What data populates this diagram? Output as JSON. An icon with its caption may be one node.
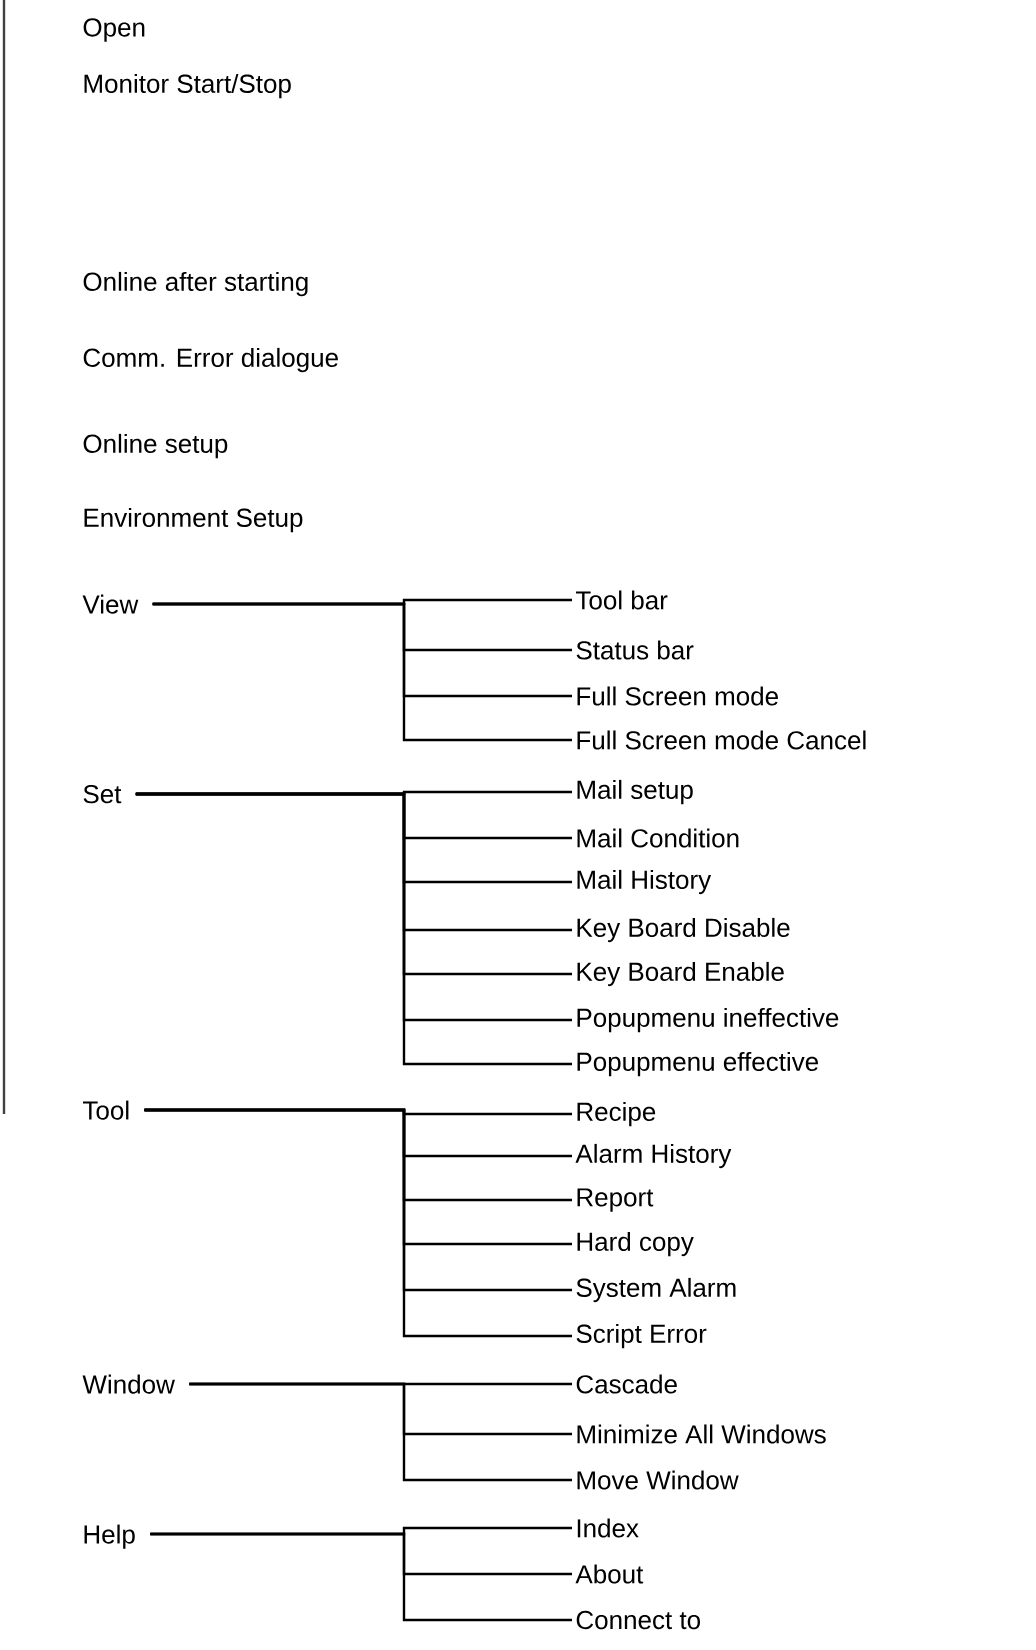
{
  "diagram": {
    "nodes": [
      {
        "text": [
          "View"
        ]
      },
      {
        "text": [
          "Tool bar"
        ]
      },
      {
        "text": [
          "Status bar"
        ]
      },
      {
        "text": [
          "Full Screen mode"
        ]
      },
      {
        "text": [
          "Full Screen mode Cancel"
        ]
      },
      {
        "text": [
          "Set"
        ]
      },
      {
        "text": [
          "Mail setup"
        ]
      },
      {
        "text": [
          "Mail Condition"
        ]
      },
      {
        "text": [
          "Mail History"
        ]
      },
      {
        "text": [
          "Key Board Disable"
        ]
      },
      {
        "text": [
          "Key Board Enable"
        ]
      },
      {
        "text": [
          "Popupmenu ineffective"
        ]
      },
      {
        "text": [
          "Popupmenu effective"
        ]
      },
      {
        "text": [
          "Tool"
        ]
      },
      {
        "text": [
          "Recipe"
        ]
      },
      {
        "text": [
          "Alarm History"
        ]
      },
      {
        "text": [
          "Report"
        ]
      },
      {
        "text": [
          "Hard copy"
        ]
      },
      {
        "text": [
          "System Alarm"
        ]
      },
      {
        "text": [
          "Script Error"
        ]
      },
      {
        "text": [
          "Window"
        ]
      },
      {
        "text": [
          "Cascade"
        ]
      },
      {
        "text": [
          "Minimize All Windows"
        ]
      },
      {
        "text": [
          "Move Window"
        ]
      },
      {
        "text": [
          "Help"
        ]
      },
      {
        "text": [
          "Index"
        ]
      },
      {
        "text": [
          "About"
        ]
      },
      {
        "text": [
          "Connect to"
        ]
      }
    ],
    "edges": [
      {
        "from": 0,
        "to": 1,
        "arrow": "none"
      },
      {
        "from": 0,
        "to": 2,
        "arrow": "none"
      },
      {
        "from": 0,
        "to": 3,
        "arrow": "none"
      },
      {
        "from": 0,
        "to": 4,
        "arrow": "none"
      },
      {
        "from": 5,
        "to": 6,
        "arrow": "none"
      },
      {
        "from": 5,
        "to": 7,
        "arrow": "none"
      },
      {
        "from": 5,
        "to": 8,
        "arrow": "none"
      },
      {
        "from": 5,
        "to": 9,
        "arrow": "none"
      },
      {
        "from": 5,
        "to": 10,
        "arrow": "none"
      },
      {
        "from": 5,
        "to": 11,
        "arrow": "none"
      },
      {
        "from": 5,
        "to": 12,
        "arrow": "none"
      },
      {
        "from": 13,
        "to": 14,
        "arrow": "none"
      },
      {
        "from": 13,
        "to": 15,
        "arrow": "none"
      },
      {
        "from": 13,
        "to": 16,
        "arrow": "none"
      },
      {
        "from": 13,
        "to": 17,
        "arrow": "none"
      },
      {
        "from": 13,
        "to": 18,
        "arrow": "none"
      },
      {
        "from": 13,
        "to": 19,
        "arrow": "none"
      },
      {
        "from": 20,
        "to": 21,
        "arrow": "none"
      },
      {
        "from": 20,
        "to": 22,
        "arrow": "none"
      },
      {
        "from": 20,
        "to": 23,
        "arrow": "none"
      },
      {
        "from": 24,
        "to": 25,
        "arrow": "none"
      },
      {
        "from": 24,
        "to": 26,
        "arrow": "none"
      },
      {
        "from": 24,
        "to": 27,
        "arrow": "none"
      }
    ],
    "labels": [
      "Open",
      "Monitor Start/Stop",
      "Online after starting",
      "Comm. Error dialogue",
      "Online setup",
      "Environment Setup"
    ]
  }
}
